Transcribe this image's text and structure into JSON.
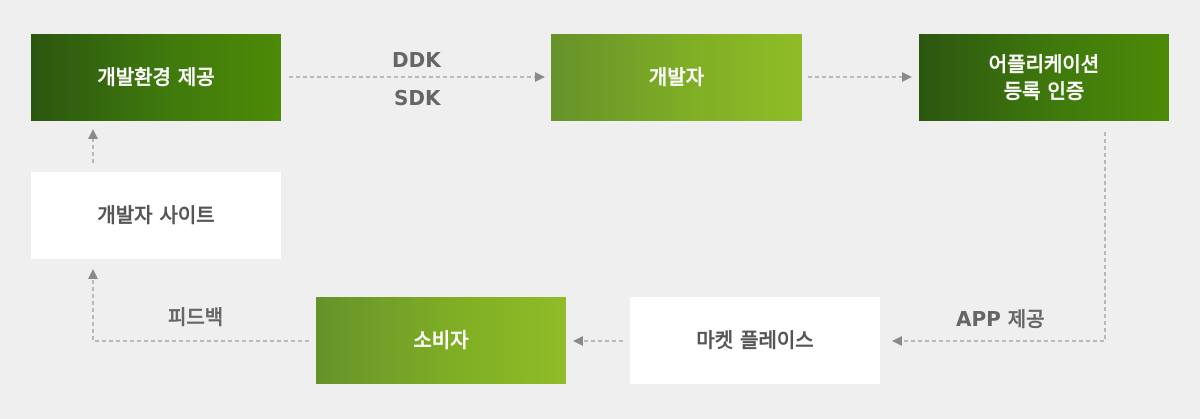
{
  "nodes": {
    "dev_env": "개발환경 제공",
    "developer": "개발자",
    "app_cert_line1": "어플리케이션",
    "app_cert_line2": "등록 인증",
    "dev_site": "개발자 사이트",
    "marketplace": "마켓 플레이스",
    "consumer": "소비자"
  },
  "edges": {
    "ddk": "DDK",
    "sdk": "SDK",
    "app_provide": "APP 제공",
    "feedback": "피드백"
  },
  "colors": {
    "dark_green": "#2c5610",
    "light_green": "#8fbc26",
    "arrow_gray": "#8a8a8a",
    "background": "#efefef"
  }
}
